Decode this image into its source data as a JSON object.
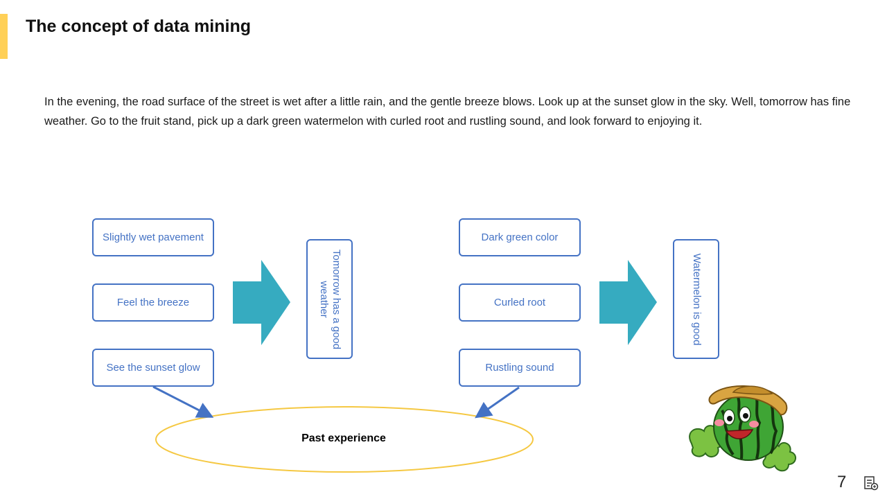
{
  "slide": {
    "title": "The concept of data mining",
    "paragraph": "In the evening, the road surface of the street is wet after a little rain, and the gentle breeze blows. Look up at the sunset glow in the sky. Well, tomorrow has fine weather. Go to the fruit stand, pick up a dark green watermelon with curled root and rustling sound, and look forward to enjoying it.",
    "page_number": "7"
  },
  "weather_group": {
    "inputs": [
      "Slightly wet pavement",
      "Feel the breeze",
      "See the sunset glow"
    ],
    "conclusion": "Tomorrow has a good weather"
  },
  "melon_group": {
    "inputs": [
      "Dark green color",
      "Curled root",
      "Rustling sound"
    ],
    "conclusion": "Watermelon is good"
  },
  "ellipse_label": "Past experience",
  "colors": {
    "accent": "#FFD057",
    "box_border": "#4472C4",
    "big_arrow": "#36ABC0",
    "ellipse": "#F5C842",
    "connector": "#4472C4"
  },
  "icons": {
    "mascot": "watermelon-with-straw-hat",
    "footer": "notes-icon"
  }
}
